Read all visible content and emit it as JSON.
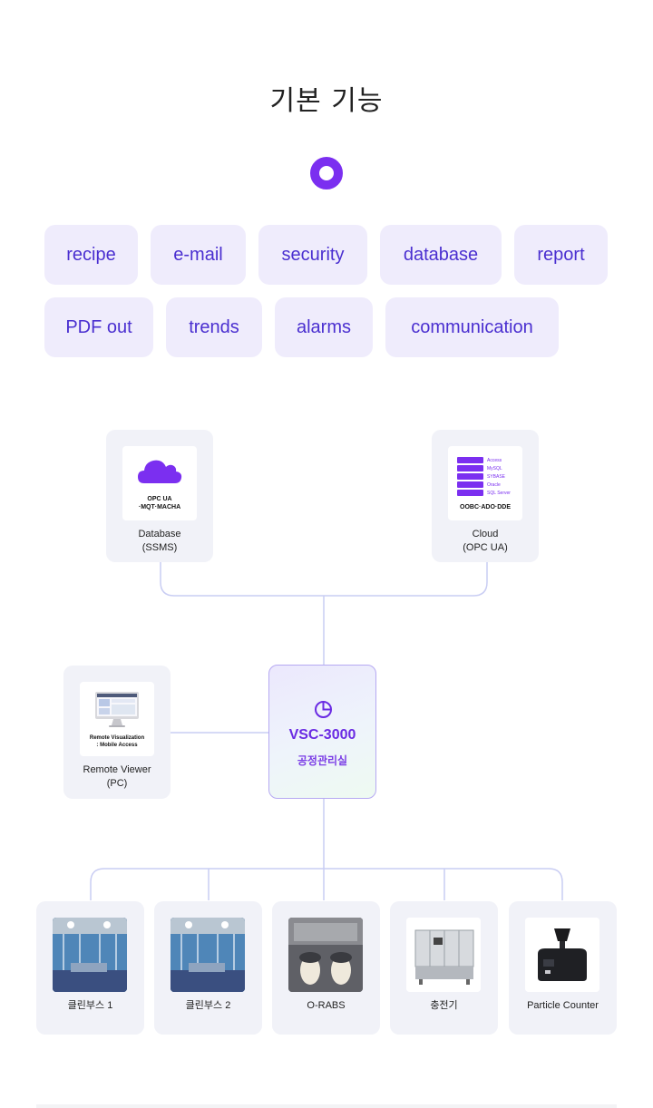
{
  "title": "기본 기능",
  "accent_color": "#7b2ff0",
  "chips": [
    "recipe",
    "e-mail",
    "security",
    "database",
    "report",
    "PDF out",
    "trends",
    "alarms",
    "communication"
  ],
  "top_nodes": {
    "database": {
      "thumb_line1": "OPC UA",
      "thumb_line2": "·MQT·MACHA",
      "label_line1": "Database",
      "label_line2": "(SSMS)",
      "icon": "cloud-icon"
    },
    "cloud": {
      "thumb_items": [
        "Access",
        "MySQL",
        "SYBASE",
        "Oracle",
        "SQL Server"
      ],
      "thumb_caption": "OOBC·ADO·DDE",
      "label_line1": "Cloud",
      "label_line2": "(OPC UA)",
      "icon": "server-stack-icon"
    }
  },
  "remote": {
    "thumb_line1": "Remote Visualization",
    "thumb_line2": ": Mobile Access",
    "label_line1": "Remote Viewer",
    "label_line2": "(PC)",
    "icon": "monitor-icon"
  },
  "center": {
    "name": "VSC-3000",
    "sub": "공정관리실",
    "icon": "pie-chart-icon"
  },
  "bottom_nodes": [
    {
      "label": "클린부스 1",
      "image": "cleanroom-photo"
    },
    {
      "label": "클린부스 2",
      "image": "cleanroom-photo"
    },
    {
      "label": "O-RABS",
      "image": "glovebox-photo"
    },
    {
      "label": "충전기",
      "image": "filling-machine-photo"
    },
    {
      "label": "Particle Counter",
      "image": "particle-counter-photo"
    }
  ]
}
